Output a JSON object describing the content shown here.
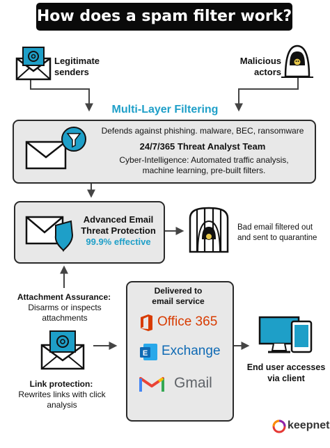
{
  "title": "How does a spam filter work?",
  "senders": {
    "legit": "Legitimate senders",
    "malicious": "Malicious actors"
  },
  "multilayer": {
    "heading": "Multi-Layer Filtering",
    "line1": "Defends against phishing. malware, BEC, ransomware",
    "line2": "24/7/365 Threat Analyst Team",
    "line3": "Cyber-Intelligence: Automated traffic analysis, machine learning, pre-built filters."
  },
  "atp": {
    "line1": "Advanced Email",
    "line2": "Threat Protection",
    "effective": "99.9% effective"
  },
  "quarantine": "Bad email filtered out and sent to quarantine",
  "attachment": {
    "title": "Attachment Assurance:",
    "desc": "Disarms or inspects attachments"
  },
  "link": {
    "title": "Link protection:",
    "desc": "Rewrites links with click analysis"
  },
  "delivery": {
    "title": "Delivered to email service",
    "services": [
      "Office 365",
      "Exchange",
      "Gmail"
    ]
  },
  "end_user": "End user accesses via client",
  "brand": "keepnet",
  "colors": {
    "teal": "#1e9fc8",
    "office_orange": "#d83b01",
    "exchange_blue": "#0f6ab4",
    "gmail_gray": "#5f6368",
    "box_gray": "#e8e8e8"
  }
}
